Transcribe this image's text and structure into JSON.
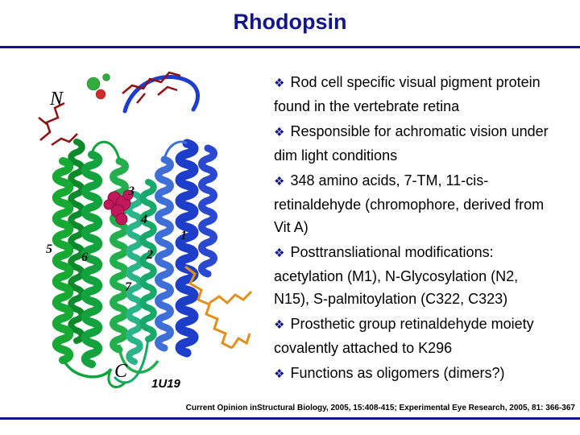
{
  "slide": {
    "title": "Rhodopsin",
    "accent_color": "#15158a",
    "bullet_marker": "❖",
    "citation": "Current Opinion inStructural Biology, 2005, 15:408-415; Experimental Eye Research, 2005, 81: 366-367"
  },
  "figure": {
    "label_n": "N",
    "label_c": "C",
    "pdb_id": "1U19",
    "helix_numbers": [
      "1",
      "2",
      "3",
      "4",
      "5",
      "6",
      "7"
    ]
  },
  "bullets": [
    {
      "text": "Rod cell specific visual pigment protein found in the vertebrate retina"
    },
    {
      "text": "Responsible for achromatic vision under dim light conditions"
    },
    {
      "text": "348 amino acids, 7-TM, 11-cis-retinaldehyde (chromophore, derived from Vit A)"
    },
    {
      "text": "Posttransliational modifications: acetylation (M1), N-Glycosylation (N2, N15), S-palmitoylation (C322, C323)"
    },
    {
      "text": "Prosthetic group retinaldehyde moiety covalently attached to K296"
    },
    {
      "text": "Functions as oligomers (dimers?)"
    }
  ]
}
